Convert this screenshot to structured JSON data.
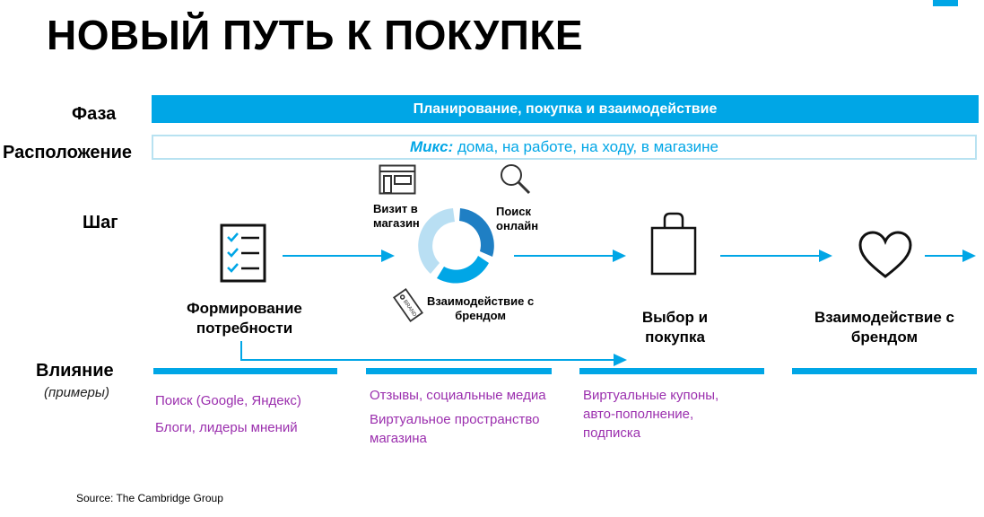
{
  "title": "НОВЫЙ ПУТЬ К ПОКУПКЕ",
  "labels": {
    "phase": "Фаза",
    "location": "Расположение",
    "step": "Шаг",
    "influence": "Влияние",
    "examples": "(примеры)"
  },
  "phase_text": "Планирование, покупка и взаимодействие",
  "location": {
    "mix": "Микс:",
    "text": "дома, на работе, на ходу, в магазине"
  },
  "steps": {
    "need": [
      "Формирование",
      "потребности"
    ],
    "store_visit": [
      "Визит в",
      "магазин"
    ],
    "online_search": [
      "Поиск",
      "онлайн"
    ],
    "brand_interaction_small": [
      "Взаимодействие с",
      "брендом"
    ],
    "purchase": [
      "Выбор и",
      "покупка"
    ],
    "brand_interaction": [
      "Взаимодействие с",
      "брендом"
    ]
  },
  "tag_text": "BRAND",
  "influence": {
    "col1": [
      "Поиск (Google, Яндекс)",
      "Блоги, лидеры мнений"
    ],
    "col2_a": "Отзывы, социальные медиа",
    "col2_b": "Виртуальное пространство магазина",
    "col3": "Виртуальные купоны, авто-пополнение, подписка"
  },
  "source": "Source:  The Cambridge Group",
  "colors": {
    "accent": "#00a6e6",
    "light_accent": "#b8e2f1",
    "influence_text": "#9b2fae",
    "ring_dark": "#1f7fc4",
    "ring_light": "#b9dff3"
  },
  "icons": [
    "checklist-icon",
    "store-icon",
    "magnifier-icon",
    "cycle-ring-icon",
    "brand-tag-icon",
    "shopping-bag-icon",
    "heart-icon"
  ]
}
